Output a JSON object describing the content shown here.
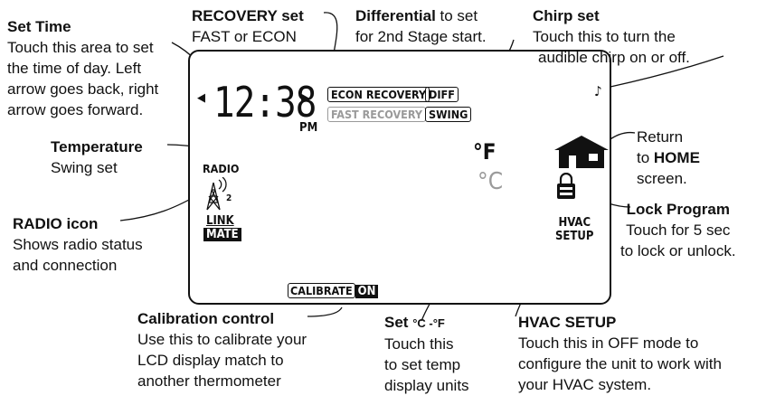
{
  "callouts": {
    "set_time": {
      "title": "Set Time",
      "lines": [
        "Touch this area to set",
        "the time of day. Left",
        "arrow goes back, right",
        "arrow goes forward."
      ]
    },
    "recovery": {
      "title": "RECOVERY set",
      "line": "FAST or ECON"
    },
    "differential": {
      "title": "Differential",
      "rest": " to set",
      "line": "for 2nd Stage start."
    },
    "chirp": {
      "title": "Chirp set",
      "lines": [
        "Touch this to turn the",
        "audible chirp on or off."
      ]
    },
    "temperature": {
      "title": "Temperature",
      "line": "Swing set"
    },
    "radio": {
      "title": "RADIO icon",
      "lines": [
        "Shows radio status",
        "and connection"
      ]
    },
    "return_home": {
      "line1": "Return",
      "to": "to ",
      "home": "HOME",
      "line3": "screen."
    },
    "lock": {
      "title": "Lock Program",
      "lines": [
        "Touch for 5 sec",
        "to lock or unlock."
      ]
    },
    "calibration": {
      "title": "Calibration control",
      "lines": [
        "Use this to calibrate your",
        "LCD display match to",
        "another thermometer"
      ]
    },
    "set_units": {
      "title": "Set",
      "units": "°C -°F",
      "lines": [
        "Touch this",
        "to set temp",
        "display units"
      ]
    },
    "hvac": {
      "title": "HVAC SETUP",
      "lines": [
        "Touch this in OFF mode to",
        "configure the unit to work with",
        "your HVAC system."
      ]
    }
  },
  "lcd": {
    "time": "12:38",
    "ampm": "PM",
    "left_arrow": "◀",
    "right_arrow": "▶",
    "econ_recovery": "ECON RECOVERY",
    "diff": "DIFF",
    "fast_recovery": "FAST RECOVERY",
    "swing": "SWING",
    "deg_f": "°F",
    "deg_c": "°C",
    "radio": "RADIO",
    "radio_index": "2",
    "link": "LINK",
    "mate": "MATE",
    "hvac_line1": "HVAC",
    "hvac_line2": "SETUP",
    "calibrate": "CALIBRATE",
    "on": "ON",
    "chirp_icon": "music-note-icon",
    "home_icon": "house-icon",
    "lock_icon": "padlock-icon",
    "radio_icon": "radio-tower-icon"
  }
}
